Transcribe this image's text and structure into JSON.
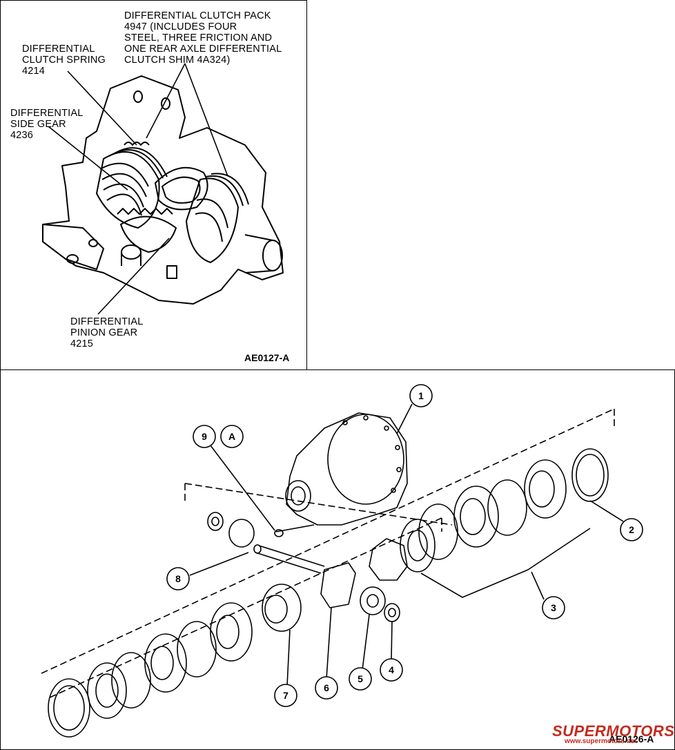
{
  "top_panel": {
    "labels": {
      "clutch_pack": "DIFFERENTIAL CLUTCH PACK\n4947 (INCLUDES FOUR\nSTEEL, THREE FRICTION AND\nONE REAR AXLE DIFFERENTIAL\nCLUTCH SHIM 4A324)",
      "clutch_spring": "DIFFERENTIAL\nCLUTCH SPRING\n4214",
      "side_gear": "DIFFERENTIAL\nSIDE GEAR\n4236",
      "pinion_gear": "DIFFERENTIAL\nPINION GEAR\n4215"
    },
    "code": "AE0127-A"
  },
  "bottom_panel": {
    "callouts": [
      "1",
      "2",
      "3",
      "4",
      "5",
      "6",
      "7",
      "8",
      "9",
      "A"
    ],
    "code": "AE0126-A"
  },
  "watermark": {
    "brand": "SUPERMOTORS",
    "url": "www.supermotors.net"
  }
}
